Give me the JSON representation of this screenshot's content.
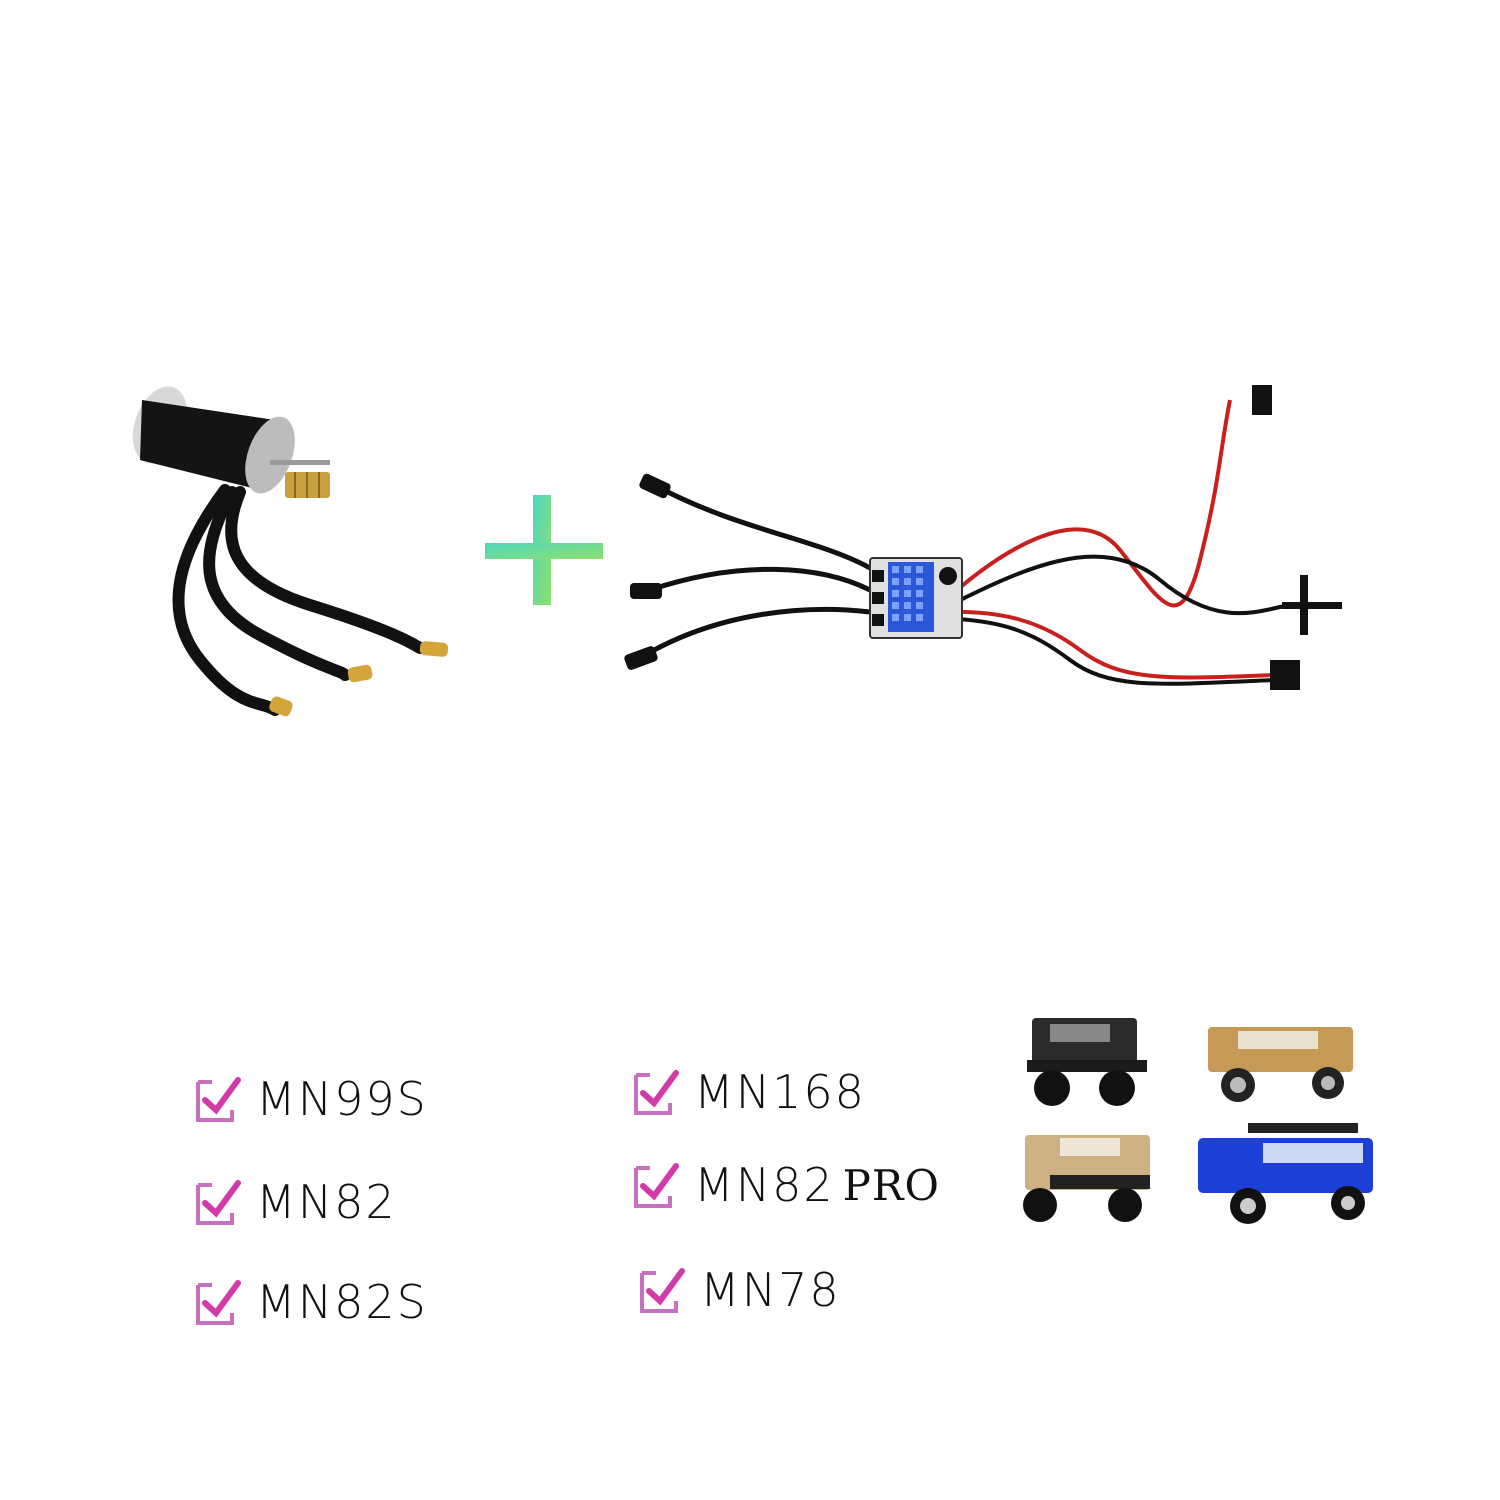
{
  "products": {
    "motor": {
      "name": "brushless-motor",
      "colors": {
        "body": "#141414",
        "cap": "#c8c8c8",
        "pinion": "#c8a040",
        "wire": "#111111",
        "plug": "#d4a63a"
      }
    },
    "plus": {
      "name": "plus-sign",
      "colors": {
        "start": "#4fd6c0",
        "end": "#8fe06a"
      }
    },
    "esc": {
      "name": "esc-controller",
      "colors": {
        "heatsink": "#2a58d8",
        "wire_black": "#111111",
        "wire_red": "#c8201c"
      }
    }
  },
  "compatibility": {
    "check_color": "#d23aa8",
    "box_color": "#c870c0",
    "column1": [
      {
        "label": "MN99S"
      },
      {
        "label": "MN82"
      },
      {
        "label": "MN82S"
      }
    ],
    "column2": [
      {
        "label": "MN168"
      },
      {
        "label": "MN82",
        "suffix": "PRO"
      },
      {
        "label": "MN78"
      }
    ]
  },
  "vehicles": [
    {
      "name": "black-defender",
      "color": "#2b2b2b"
    },
    {
      "name": "tan-suv",
      "color": "#c49a56"
    },
    {
      "name": "sand-pickup",
      "color": "#cdb183"
    },
    {
      "name": "blue-jeep",
      "color": "#1e3fd6"
    }
  ]
}
